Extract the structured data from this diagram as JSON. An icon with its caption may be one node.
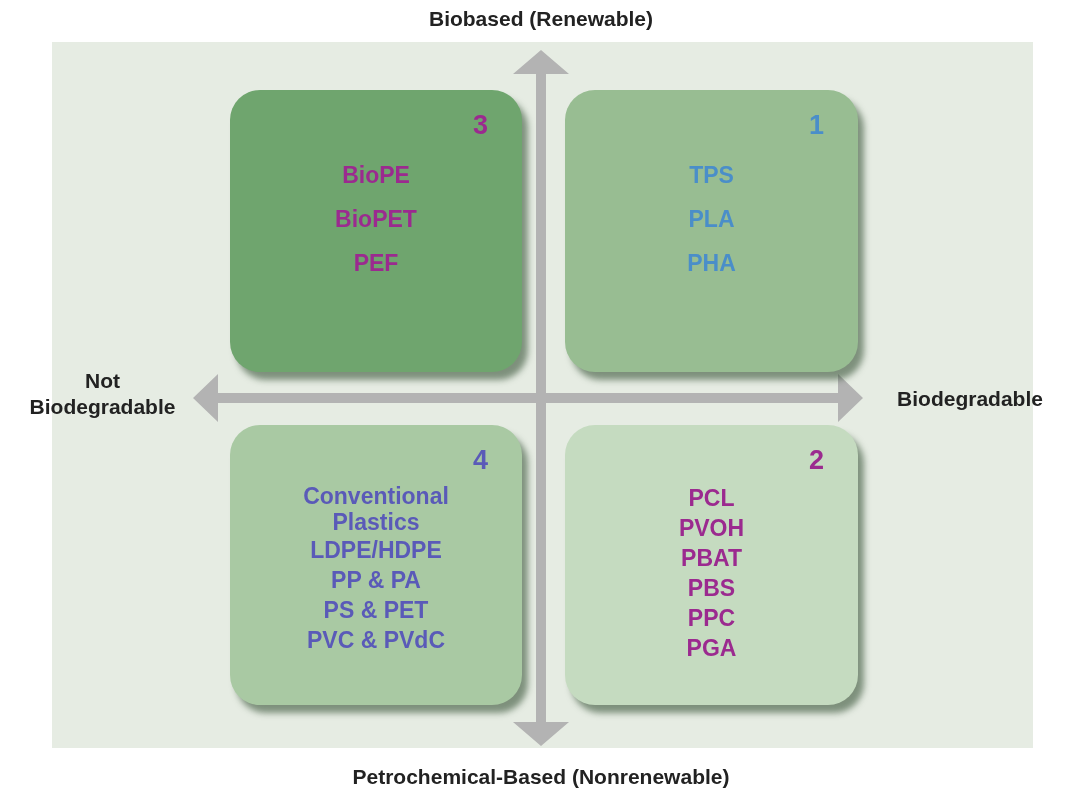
{
  "diagram": {
    "nodes": [
      {
        "text": [
          "3",
          "BioPE",
          "BioPET",
          "PEF"
        ]
      },
      {
        "text": [
          "1",
          "TPS",
          "PLA",
          "PHA"
        ]
      },
      {
        "text": [
          "4",
          "Conventional Plastics",
          "LDPE/HDPE",
          "PP & PA",
          "PS & PET",
          "PVC & PVdC"
        ]
      },
      {
        "text": [
          "2",
          "PCL",
          "PVOH",
          "PBAT",
          "PBS",
          "PPC",
          "PGA"
        ]
      }
    ],
    "labels": [
      "Biobased (Renewable)",
      "Not Biodegradable",
      "Biodegradable",
      "Petrochemical-Based (Nonrenewable)"
    ]
  }
}
